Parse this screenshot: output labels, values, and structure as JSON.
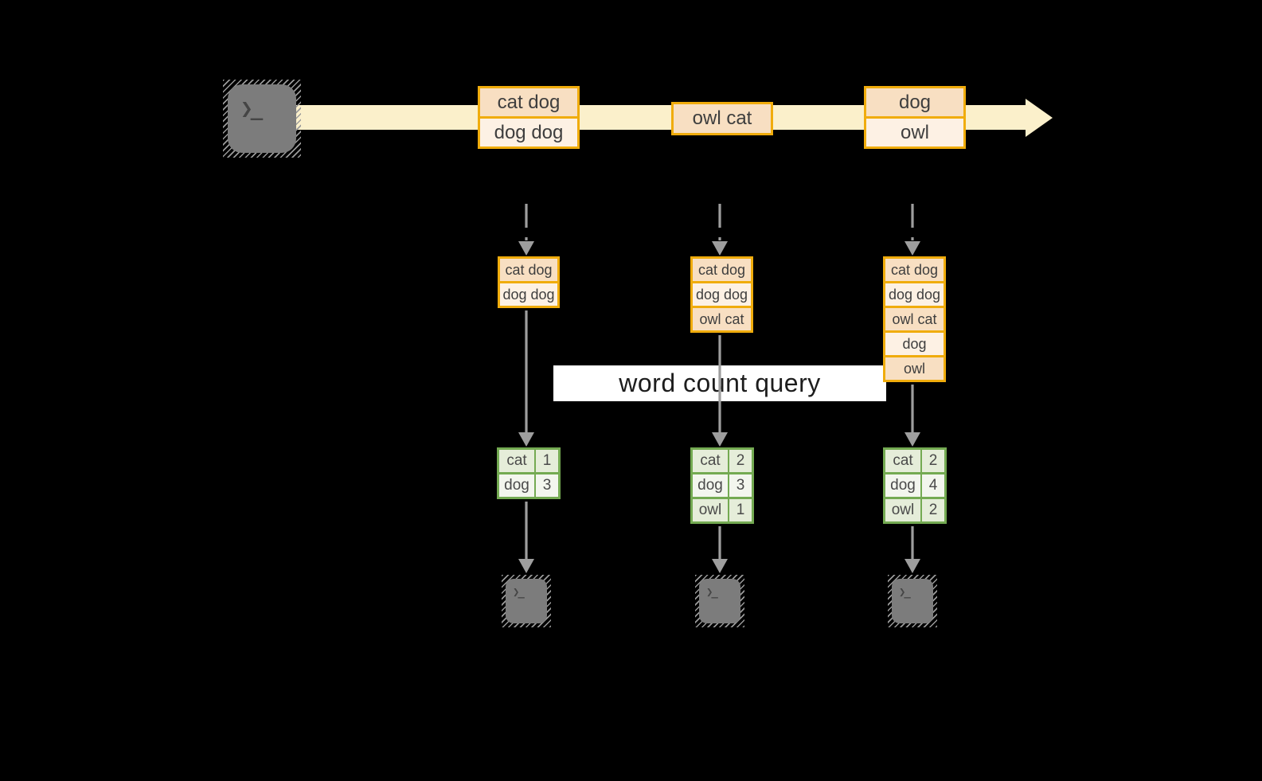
{
  "colors": {
    "bg": "#000000",
    "cream": "#FBF0CB",
    "gold": "#F0AC0C",
    "peach_dark": "#F8DFC2",
    "peach_light": "#FDF1E4",
    "green": "#74AA52",
    "green_dark": "#E5EDD9",
    "green_light": "#F3F6EE",
    "gray": "#9E9E9E",
    "terminal": "#7C7C7C"
  },
  "stream": {
    "source_glyph": "❯_",
    "events": [
      {
        "lines": [
          "cat dog",
          "dog dog"
        ]
      },
      {
        "lines": [
          "owl cat"
        ]
      },
      {
        "lines": [
          "dog",
          "owl"
        ]
      }
    ]
  },
  "query": {
    "label": "word count query"
  },
  "columns": [
    {
      "buffer": [
        "cat dog",
        "dog dog"
      ],
      "counts": [
        {
          "word": "cat",
          "count": "1"
        },
        {
          "word": "dog",
          "count": "3"
        }
      ],
      "sink_glyph": "❯_"
    },
    {
      "buffer": [
        "cat dog",
        "dog dog",
        "owl cat"
      ],
      "counts": [
        {
          "word": "cat",
          "count": "2"
        },
        {
          "word": "dog",
          "count": "3"
        },
        {
          "word": "owl",
          "count": "1"
        }
      ],
      "sink_glyph": "❯_"
    },
    {
      "buffer": [
        "cat dog",
        "dog dog",
        "owl cat",
        "dog",
        "owl"
      ],
      "counts": [
        {
          "word": "cat",
          "count": "2"
        },
        {
          "word": "dog",
          "count": "4"
        },
        {
          "word": "owl",
          "count": "2"
        }
      ],
      "sink_glyph": "❯_"
    }
  ]
}
